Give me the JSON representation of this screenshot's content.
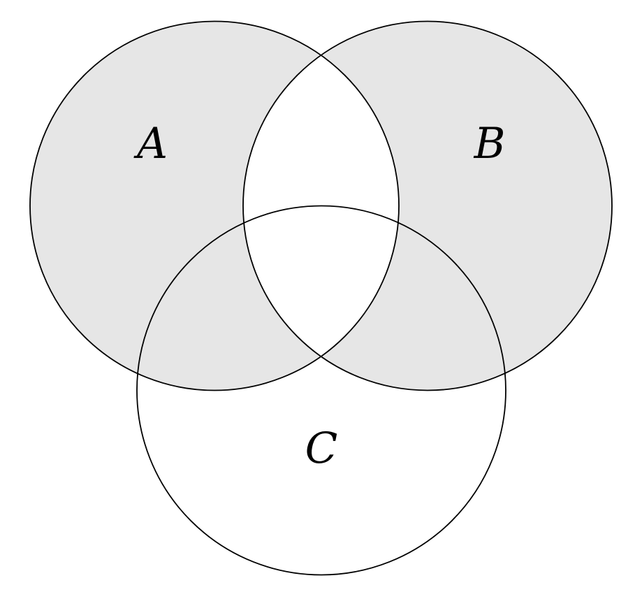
{
  "diagram": {
    "type": "venn-3-set",
    "title": "",
    "sets": [
      {
        "id": "A",
        "label": "A",
        "shaded": "partially (A minus B shaded)"
      },
      {
        "id": "B",
        "label": "B",
        "shaded": "partially (B minus A shaded)"
      },
      {
        "id": "C",
        "label": "C",
        "shaded": "only where overlapping A or B exclusively"
      }
    ],
    "shaded_region_expression": "(A ∪ B) − (A ∩ B)",
    "shaded_region_name": "symmetric difference of A and B",
    "unshaded_regions": [
      "A ∩ B",
      "A ∩ B ∩ C",
      "C only",
      "outside all sets"
    ],
    "colors": {
      "shaded_fill": "#e6e6e6",
      "stroke": "#000000",
      "background": "#ffffff",
      "label_color": "#000000"
    }
  }
}
